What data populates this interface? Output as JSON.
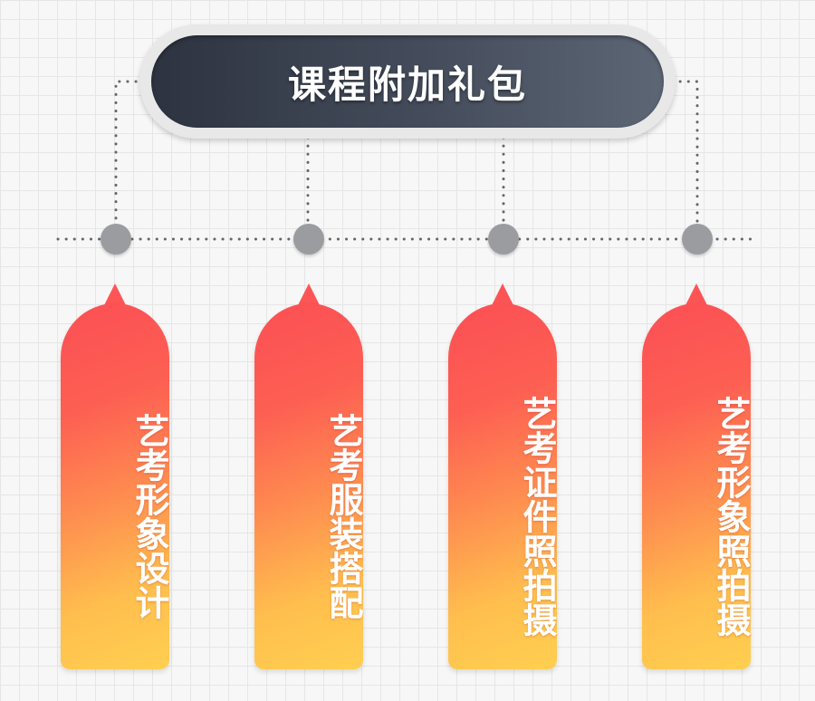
{
  "title": "课程附加礼包",
  "items": [
    {
      "label": "艺考形象设计"
    },
    {
      "label": "艺考服装搭配"
    },
    {
      "label": "艺考证件照拍摄"
    },
    {
      "label": "艺考形象照拍摄"
    }
  ],
  "colors": {
    "title_dark": "#2d3340",
    "title_light": "#5d6675",
    "node": "#9b9ca0",
    "card_top": "#fc4f55",
    "card_bottom": "#ffcf50",
    "connector": "#666666"
  }
}
